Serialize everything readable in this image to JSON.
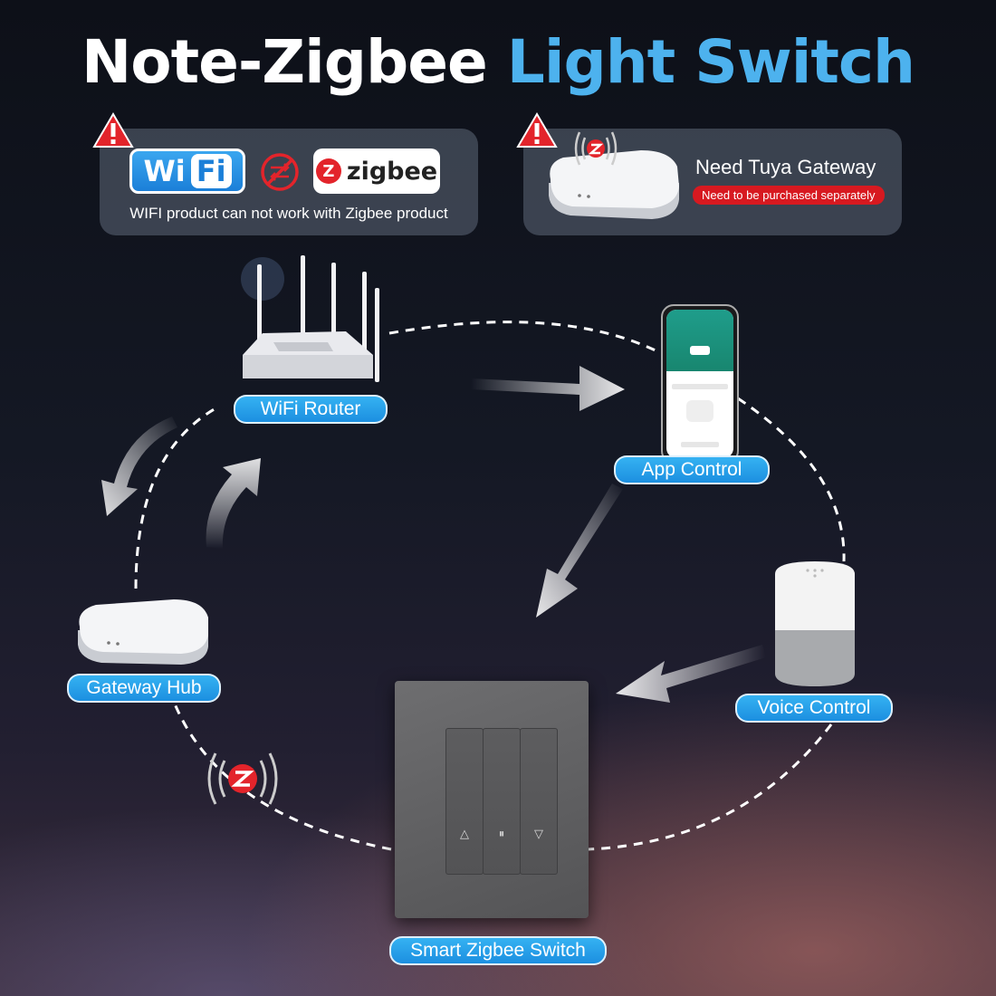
{
  "title": {
    "part1": "Note-Zigbee",
    "part2": "Light Switch"
  },
  "panel_left": {
    "wifi_text_a": "Wi",
    "wifi_text_b": "Fi",
    "zigbee_text": "zigbee",
    "zigbee_letter": "Z",
    "caption": "WIFI product can not work with Zigbee product"
  },
  "panel_right": {
    "title": "Need Tuya Gateway",
    "subtitle": "Need to be purchased separately"
  },
  "nodes": {
    "router": "WiFi Router",
    "app": "App Control",
    "voice": "Voice Control",
    "switch": "Smart Zigbee Switch",
    "hub": "Gateway Hub"
  },
  "switch_buttons": [
    "△",
    "⏸",
    "▽"
  ],
  "colors": {
    "accent": "#4db2ee",
    "label": "#2aa1ea",
    "warning": "#e3242b",
    "switch": "#5f5f61"
  },
  "icons": [
    "warning-icon",
    "wifi-icon",
    "zigbee-icon",
    "no-connection-icon",
    "signal-icon",
    "arrow-icon"
  ]
}
